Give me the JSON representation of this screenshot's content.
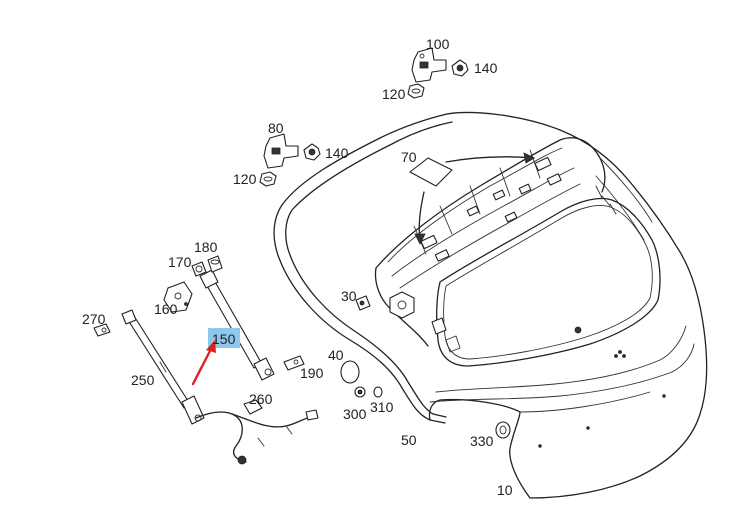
{
  "callouts": {
    "c100": "100",
    "c140a": "140",
    "c120a": "120",
    "c80": "80",
    "c140b": "140",
    "c120b": "120",
    "c70": "70",
    "c180": "180",
    "c170": "170",
    "c160": "160",
    "c30": "30",
    "c270": "270",
    "c150": "150",
    "c250": "250",
    "c190": "190",
    "c40": "40",
    "c260": "260",
    "c300": "300",
    "c310": "310",
    "c50": "50",
    "c330": "330",
    "c10": "10"
  },
  "colors": {
    "highlight": "#8ec8ea",
    "arrow": "#e02020",
    "line": "#222222"
  },
  "selected_part": "150"
}
